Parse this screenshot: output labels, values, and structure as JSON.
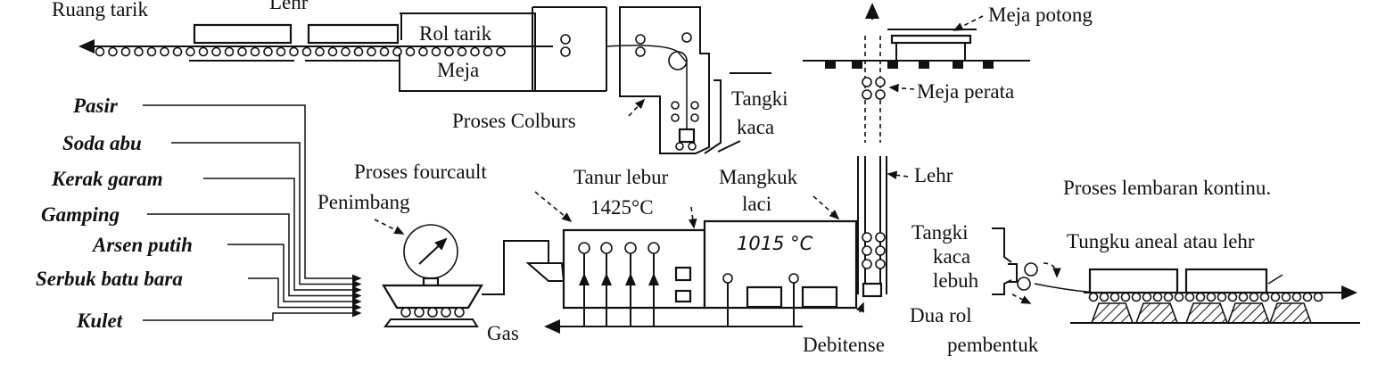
{
  "labels": {
    "ruang_tarik": "Ruang tarik",
    "lehr_top": "Lehr",
    "rol_tarik": "Rol tarik",
    "meja": "Meja",
    "meja_potong": "Meja potong",
    "meja_perata": "Meja perata",
    "tangki_kaca_line1": "Tangki",
    "tangki_kaca_line2": "kaca",
    "proses_colburs": "Proses Colburs",
    "lehr_mid": "Lehr",
    "proses_fourcault": "Proses fourcault",
    "penimbang": "Penimbang",
    "tanur_lebur": "Tanur lebur",
    "tanur_temp": "1425°C",
    "mangkuk_line1": "Mangkuk",
    "mangkuk_line2": "laci",
    "mangkuk_temp": "1015 °C",
    "proses_lembaran": "Proses lembaran kontinu.",
    "tangki_lebuh_line1": "Tangki",
    "tangki_lebuh_line2": "kaca",
    "tangki_lebuh_line3": "lebuh",
    "tungku": "Tungku aneal atau lehr",
    "dua_rol_line1": "Dua rol",
    "dua_rol_line2": "pembentuk",
    "gas": "Gas",
    "debitense": "Debitense"
  },
  "raw_materials": [
    "Pasir",
    "Soda abu",
    "Kerak garam",
    "Gamping",
    "Arsen putih",
    "Serbuk batu bara",
    "Kulet"
  ]
}
